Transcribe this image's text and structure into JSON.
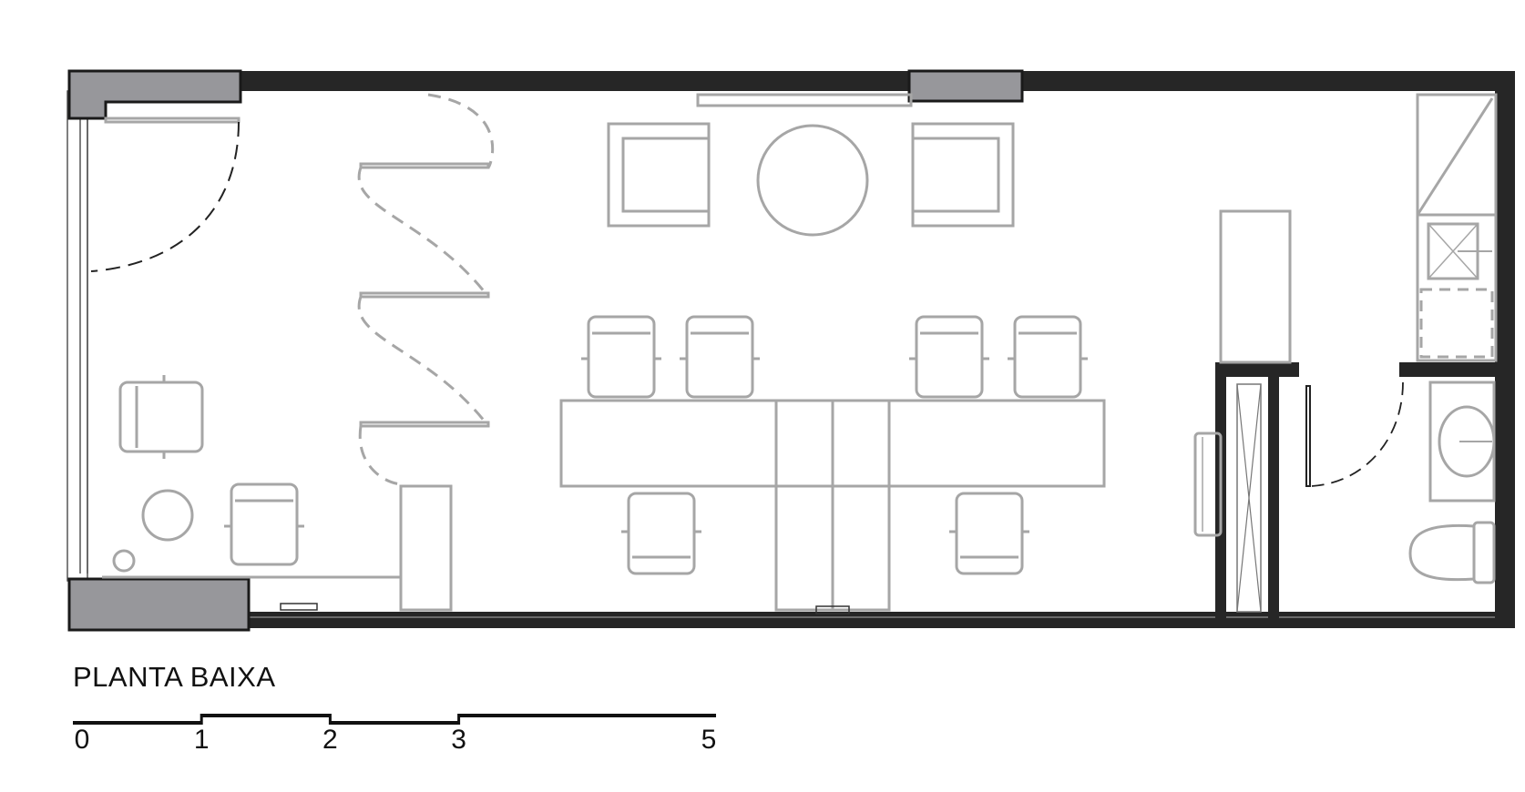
{
  "title": "PLANTA BAIXA",
  "scale": {
    "ticks": [
      {
        "label": "0",
        "value": 0
      },
      {
        "label": "1",
        "value": 1
      },
      {
        "label": "2",
        "value": 2
      },
      {
        "label": "3",
        "value": 3
      },
      {
        "label": "5",
        "value": 5
      }
    ]
  },
  "colors": {
    "wall": "#222222",
    "column": "#9a9a9e",
    "furniture": "#a6a6a6",
    "line": "#111111"
  }
}
